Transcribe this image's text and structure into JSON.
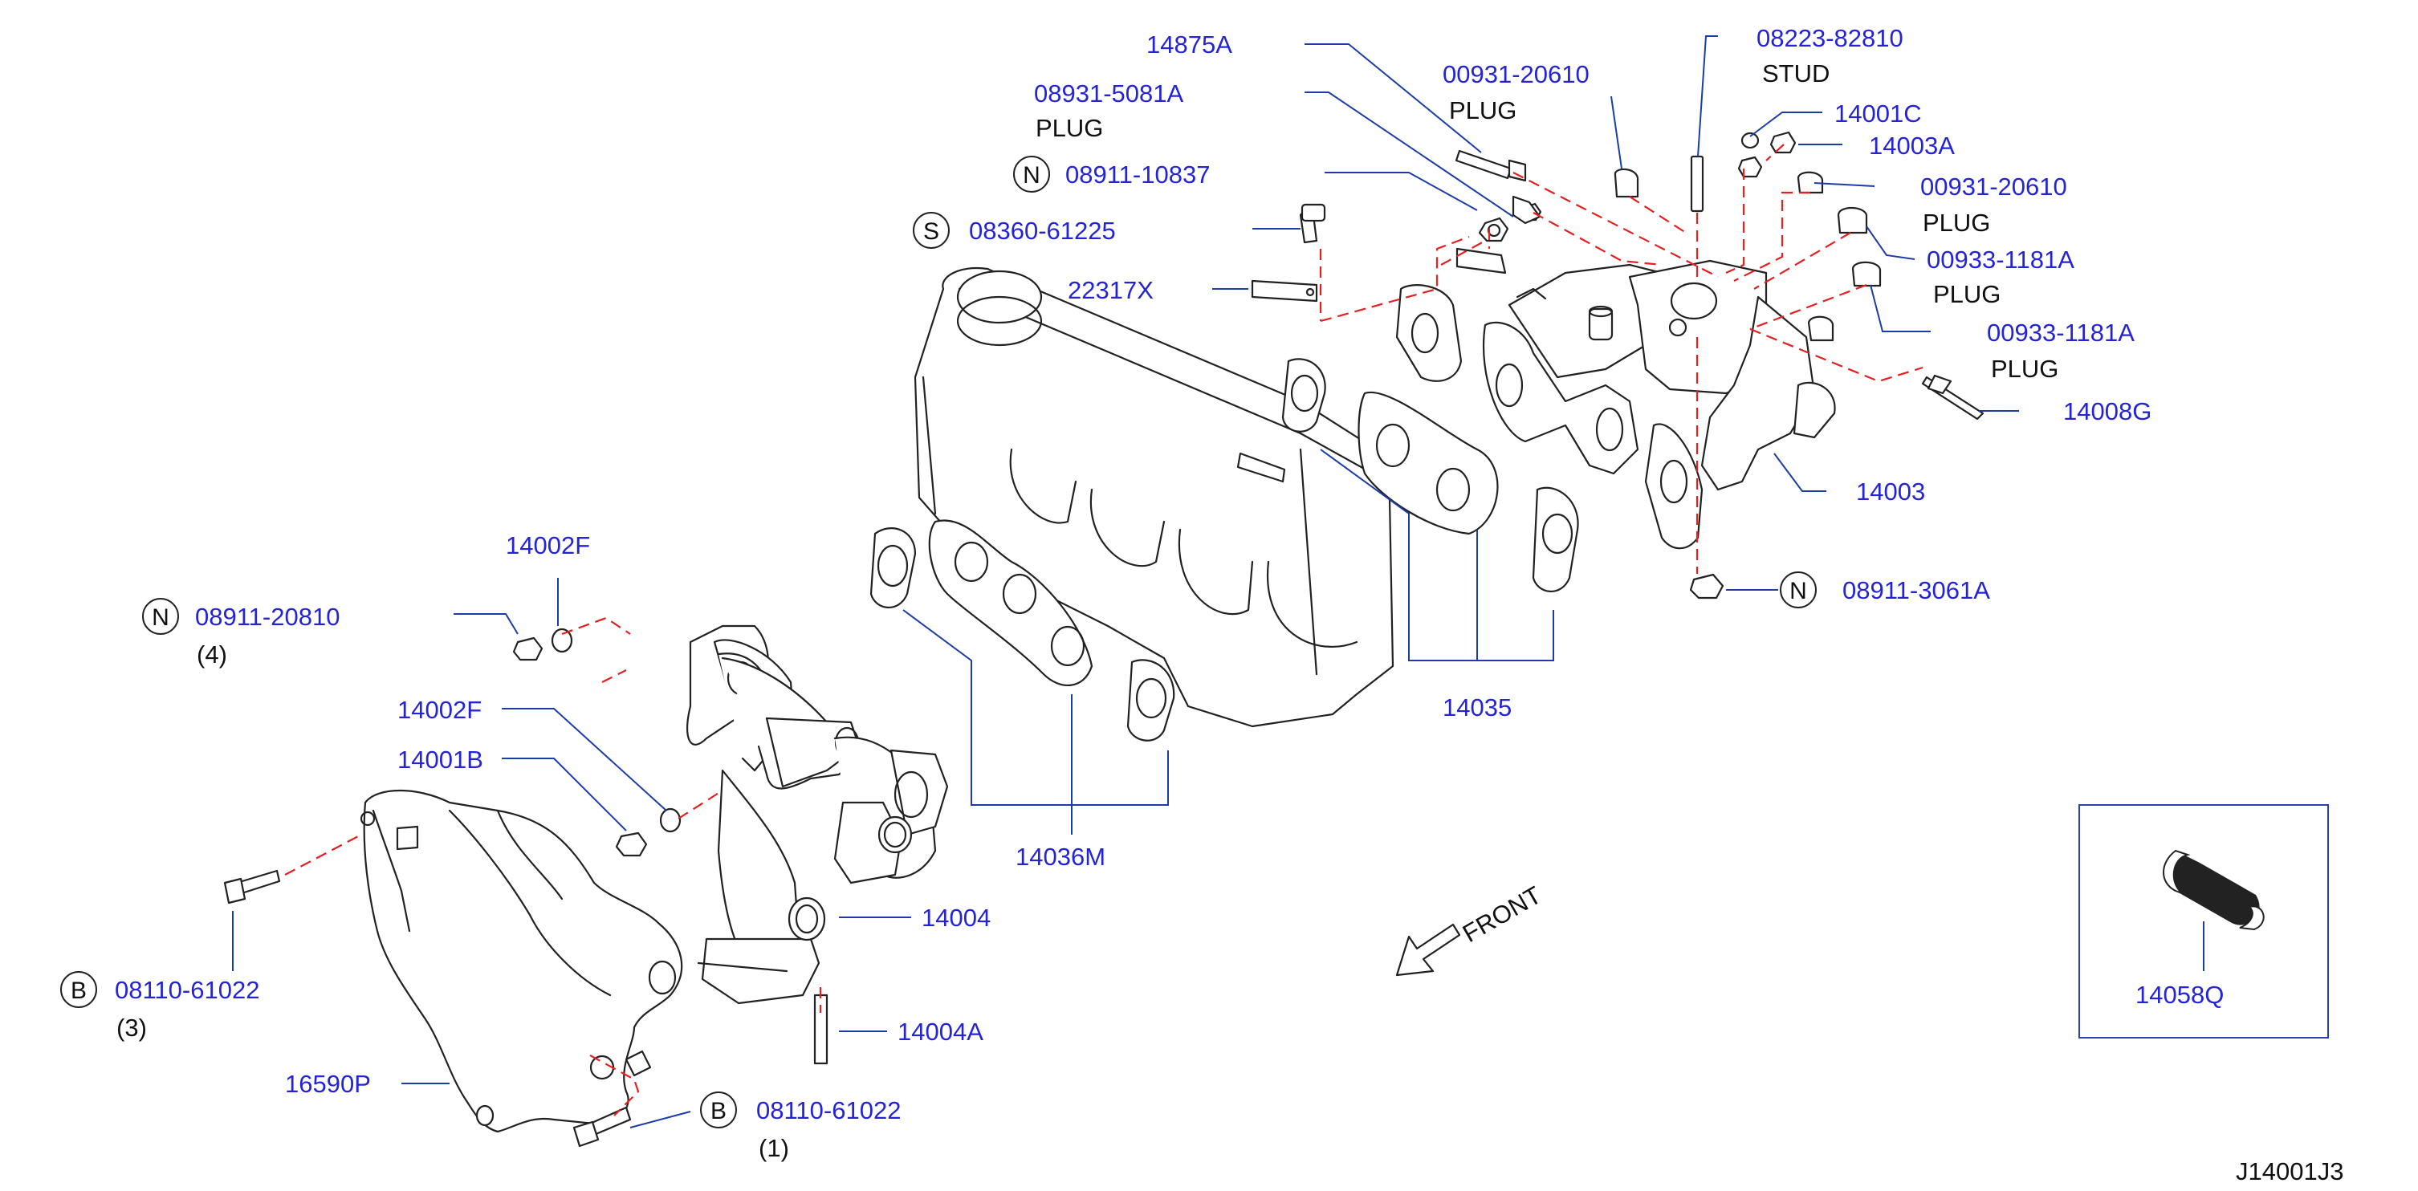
{
  "figure_code": "J14001J3",
  "front_label": "FRONT",
  "callouts": {
    "c14875A": {
      "part": "14875A"
    },
    "c08931": {
      "part": "08931-5081A",
      "note": "PLUG"
    },
    "c08911_10837": {
      "prefix": "N",
      "part": "08911-10837"
    },
    "c08360": {
      "prefix": "S",
      "part": "08360-61225"
    },
    "c22317X": {
      "part": "22317X"
    },
    "c00931_top": {
      "part": "00931-20610",
      "note": "PLUG"
    },
    "c08223": {
      "part": "08223-82810",
      "note": "STUD"
    },
    "c14001C": {
      "part": "14001C"
    },
    "c14003A": {
      "part": "14003A"
    },
    "c00931_right": {
      "part": "00931-20610",
      "note": "PLUG"
    },
    "c00933_a": {
      "part": "00933-1181A",
      "note": "PLUG"
    },
    "c00933_b": {
      "part": "00933-1181A",
      "note": "PLUG"
    },
    "c14008G": {
      "part": "14008G"
    },
    "c14003": {
      "part": "14003"
    },
    "c08911_3061A": {
      "prefix": "N",
      "part": "08911-3061A"
    },
    "c14035": {
      "part": "14035"
    },
    "c14036M": {
      "part": "14036M"
    },
    "c14002F_top": {
      "part": "14002F"
    },
    "c08911_20810": {
      "prefix": "N",
      "part": "08911-20810",
      "qty": "(4)"
    },
    "c14002F_mid": {
      "part": "14002F"
    },
    "c14001B": {
      "part": "14001B"
    },
    "c08110_left": {
      "prefix": "B",
      "part": "08110-61022",
      "qty": "(3)"
    },
    "c14004": {
      "part": "14004"
    },
    "c14004A": {
      "part": "14004A"
    },
    "c16590P": {
      "part": "16590P"
    },
    "c08110_bottom": {
      "prefix": "B",
      "part": "08110-61022",
      "qty": "(1)"
    },
    "c14058Q": {
      "part": "14058Q"
    }
  }
}
